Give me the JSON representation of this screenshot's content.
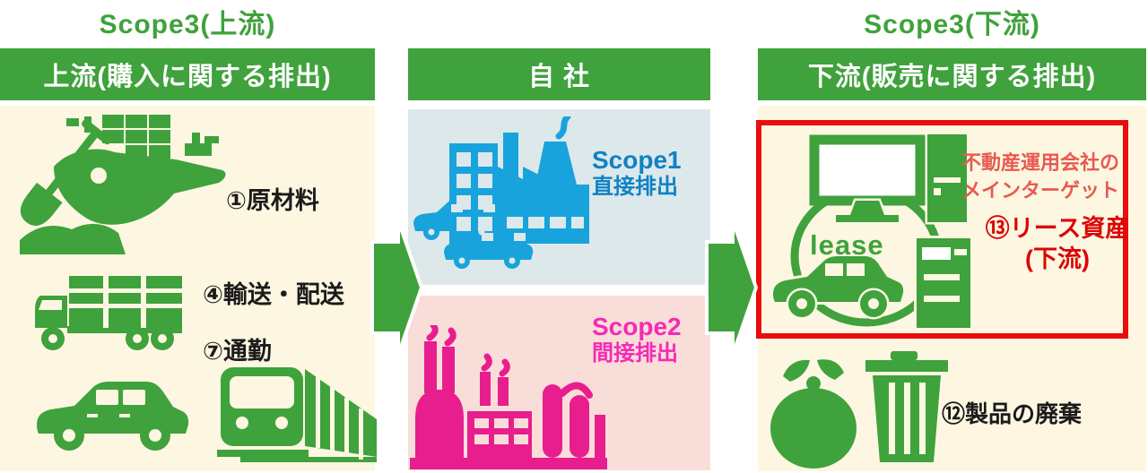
{
  "titles": {
    "upstream": "Scope3(上流)",
    "downstream": "Scope3(下流)"
  },
  "headers": {
    "upstream": "上流(購入に関する排出)",
    "company": "自 社",
    "downstream": "下流(販売に関する排出)"
  },
  "upstream_labels": {
    "raw_materials": "①原材料",
    "transport": "④輸送・配送",
    "commute": "⑦通勤"
  },
  "company": {
    "scope1_name": "Scope1",
    "scope1_desc": "直接排出",
    "scope2_name": "Scope2",
    "scope2_desc": "間接排出"
  },
  "downstream_box": {
    "note_line1": "不動産運用会社の",
    "note_line2": "メインターゲット",
    "label_line1": "⑬リース資産",
    "label_line2": "(下流)",
    "lease_text": "lease"
  },
  "downstream_labels": {
    "waste": "⑫製品の廃棄"
  },
  "colors": {
    "green": "#3fa23c",
    "cream": "#fdf7e2",
    "scope1_bg": "#dde8ea",
    "scope1_icon": "#18a3dc",
    "scope1_text": "#0e82c6",
    "scope2_bg": "#f9ddd8",
    "scope2_icon": "#e81e8e",
    "scope2_text": "#f32bb5",
    "red_border": "#ea0d0d",
    "red_note": "#e85a50",
    "red_bold": "#dc0606",
    "black_text": "#1b1b1b"
  },
  "icons": {
    "upstream": [
      "shovel-ship-icon",
      "truck-icon",
      "car-icon",
      "train-icon"
    ],
    "company": [
      "factory-city-icon",
      "chemical-plant-icon"
    ],
    "downstream": [
      "monitor-icon",
      "pc-tower-icon",
      "lease-cycle-icon",
      "car-icon",
      "copier-icon",
      "garbage-bag-icon",
      "trash-can-icon"
    ]
  }
}
